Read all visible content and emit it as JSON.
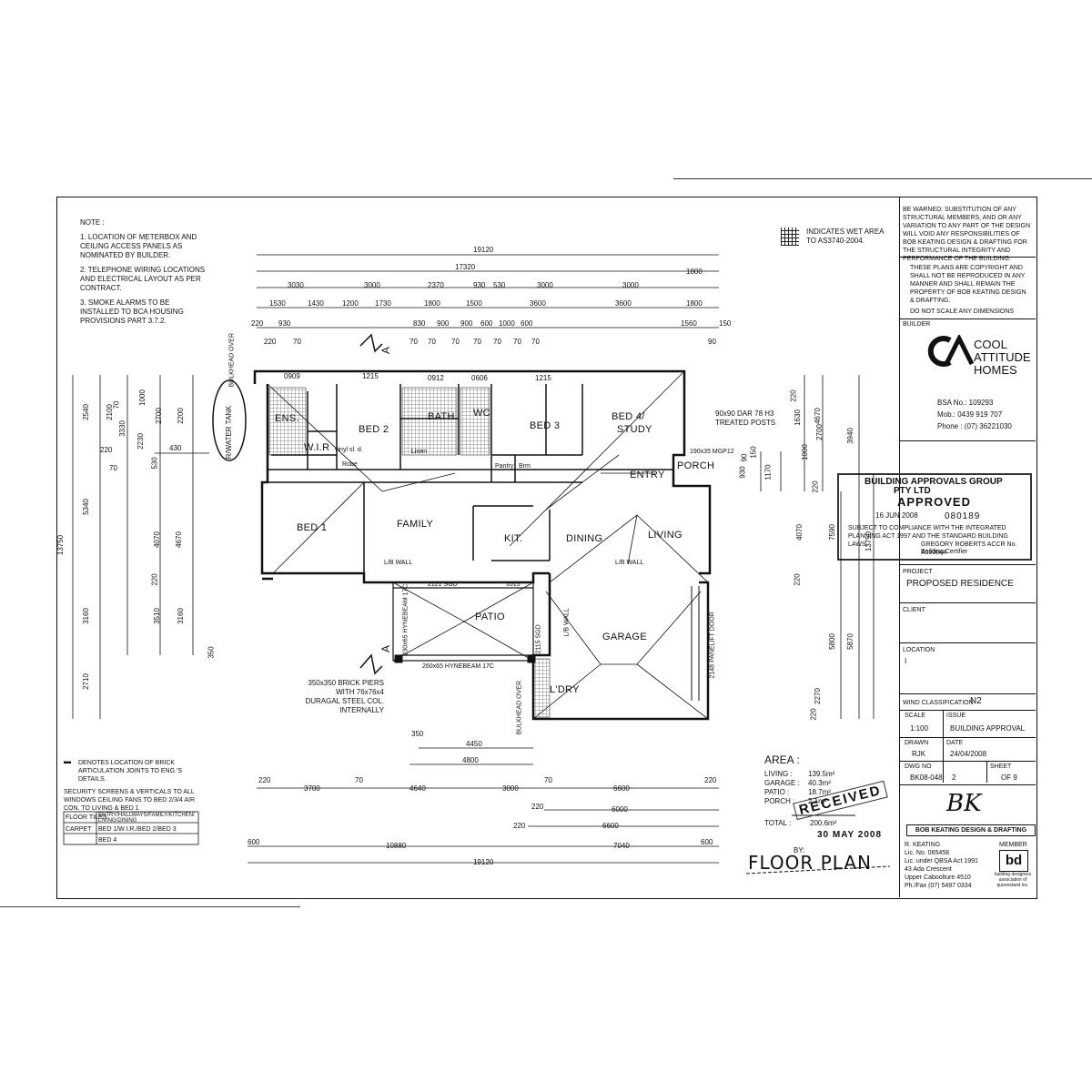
{
  "notes": {
    "heading": "NOTE :",
    "items": [
      "1. LOCATION OF METERBOX AND CEILING ACCESS PANELS AS NOMINATED BY BUILDER.",
      "2. TELEPHONE WIRING LOCATIONS AND ELECTRICAL LAYOUT AS PER CONTRACT.",
      "3. SMOKE ALARMS TO BE INSTALLED TO BCA HOUSING PROVISIONS PART 3.7.2."
    ]
  },
  "wet_area_legend": "INDICATES WET AREA TO AS3740-2004.",
  "warning": "BE WARNED: SUBSTITUTION OF ANY STRUCTURAL MEMBERS, AND OR ANY VARIATION TO ANY PART OF THE DESIGN WILL VOID ANY RESPONSIBILITIES OF BOB KEATING DESIGN & DRAFTING FOR THE STRUCTURAL INTEGRITY AND PERFORMANCE OF THE BUILDING.",
  "copyright": "THESE PLANS ARE COPYRIGHT AND SHALL NOT BE REPRODUCED IN ANY MANNER AND SHALL REMAIN THE PROPERTY OF BOB KEATING DESIGN & DRAFTING.",
  "no_scale": "DO NOT SCALE ANY DIMENSIONS",
  "builder": {
    "label": "BUILDER",
    "logo": "CA",
    "name_line1": "COOL",
    "name_line2": "ATTITUDE",
    "name_line3": "HOMES",
    "bsa": "BSA No.: 109293",
    "mob": "Mob.: 0439 919 707",
    "phone": "Phone : (07) 36221030"
  },
  "approval": {
    "line1": "BUILDING APPROVALS GROUP",
    "line2": "PTY LTD",
    "status": "APPROVED",
    "date": "16 JUN 2008",
    "number": "080189",
    "compliance": "SUBJECT TO COMPLIANCE WITH THE INTEGRATED PLANNING ACT 1997 AND THE STANDARD BUILDING LAWS.",
    "certifier": "GREGORY ROBERTS ACCR No. A593044",
    "certifier_role": "Building Certifier"
  },
  "project": {
    "label": "PROJECT",
    "value": "PROPOSED RESIDENCE"
  },
  "client": {
    "label": "CLIENT",
    "value": ""
  },
  "location": {
    "label": "LOCATION",
    "value": "I"
  },
  "wind": {
    "label": "WIND CLASSIFICATION",
    "value": "N2"
  },
  "scale": {
    "label": "SCALE",
    "value": "1:100"
  },
  "issue": {
    "label": "ISSUE",
    "value": "BUILDING APPROVAL"
  },
  "drawn": {
    "label": "DRAWN",
    "value": "RJK"
  },
  "date": {
    "label": "DATE",
    "value": "24/04/2008"
  },
  "dwg": {
    "label": "DWG NO",
    "value": "BK08-048"
  },
  "sheet": {
    "label": "SHEET",
    "value": "2",
    "of": "OF 9"
  },
  "designer": {
    "logo": "BK",
    "name": "BOB KEATING DESIGN & DRAFTING",
    "person": "R. KEATING",
    "lic1": "Lic. No. 065458",
    "lic2": "Lic. under QBSA Act 1991",
    "addr1": "43 Ada Crescent",
    "addr2": "Upper Caboolture 4510",
    "phone": "Ph./Fax (07) 5497 0334",
    "member_label": "MEMBER",
    "member_logo": "bd",
    "member_org": "building designers association of queensland inc."
  },
  "area": {
    "title": "AREA :",
    "rows": [
      {
        "label": "LIVING :",
        "value": "139.5m²"
      },
      {
        "label": "GARAGE :",
        "value": "40.3m²"
      },
      {
        "label": "PATIO :",
        "value": "18.7m²"
      },
      {
        "label": "PORCH :",
        "value": "2.1m²"
      }
    ],
    "total_label": "TOTAL :",
    "total_value": "200.6m²"
  },
  "received": {
    "word": "RECEIVED",
    "date": "30 MAY 2008",
    "by": "BY:"
  },
  "drawing_title": "FLOOR PLAN",
  "articulation_note": "DENOTES LOCATION OF BRICK ARTICULATION JOINTS TO ENG.'S DETAILS.",
  "security_note": "SECURITY SCREENS & VERTICALS TO ALL WINDOWS CEILING FANS TO BED 2/3/4 AIR CON. TO LIVING & BED 1",
  "finishes": [
    {
      "label": "FLOOR TILES",
      "value": "ENTRY/HALLWAYS/FAMILY/KITCHEN/ LIVING/DINING"
    },
    {
      "label": "CARPET",
      "value": "BED 1/W.I.R./BED 2/BED 3"
    },
    {
      "label": "",
      "value": "BED 4"
    }
  ],
  "rooms": {
    "ens": "ENS.",
    "bed2": "BED 2",
    "wir": "W.I.R",
    "bath": "BATH",
    "wc": "WC",
    "bed3": "BED 3",
    "bed4": "BED 4/",
    "study": "STUDY",
    "bed1": "BED 1",
    "family": "FAMILY",
    "kit": "KIT.",
    "dining": "DINING",
    "living": "LIVING",
    "entry": "ENTRY",
    "porch": "PORCH",
    "patio": "PATIO",
    "garage": "GARAGE",
    "ldry": "L'DRY",
    "tank": "R/WATER TANK",
    "robe": "Robe",
    "linen": "Linen",
    "pantry": "Pantry",
    "brm": "Brm",
    "vinyl": "vinyl sl. d."
  },
  "plan_labels": {
    "bulkhead1": "BULKHEAD OVER",
    "bulkhead2": "BULKHEAD OVER",
    "posts": "90x90 DAR 78 H3 TREATED POSTS",
    "mgp": "190x35 MGP12",
    "lbwall1": "L/B WALL",
    "lbwall2": "L/B WALL",
    "lbwall3": "L/B WALL",
    "hynebeam1": "230x65 HYNEBEAM 17C",
    "hynebeam2": "260x65 HYNEBEAM 17C",
    "sgd1": "2121 SGD",
    "sgd2": "2115 SGD",
    "door1015": "1015",
    "panelift": "2148 PANELIFT DOOR",
    "piers": "350x350 BRICK PIERS WITH 76x76x4 DURAGAL STEEL COL. INTERNALLY",
    "section": "A"
  },
  "dims_top": {
    "overall": "19120",
    "d17320": "17320",
    "d1800a": "1800",
    "d1800b": "1800",
    "r1": [
      "3030",
      "3000",
      "2370",
      "930",
      "530",
      "3000",
      "3000"
    ],
    "r2": [
      "1530",
      "1430",
      "1200",
      "1730",
      "1800",
      "1500",
      "3600",
      "3600"
    ],
    "r3": [
      "220",
      "930",
      "830",
      "900",
      "900",
      "600",
      "1000",
      "600",
      "1560",
      "150"
    ],
    "r4": [
      "220",
      "70",
      "70",
      "70",
      "70",
      "70",
      "70",
      "70",
      "70",
      "90"
    ],
    "win": [
      "0909",
      "1215",
      "0912",
      "0606",
      "1215"
    ]
  },
  "dims_bottom": {
    "r1": [
      "220",
      "3700",
      "70",
      "4640",
      "3000",
      "70",
      "6600",
      "220"
    ],
    "r2": [
      "220",
      "6000"
    ],
    "r3": [
      "220",
      "6600"
    ],
    "r4": [
      "600",
      "10880",
      "7040",
      "600"
    ],
    "overall": "19120",
    "d350": "350",
    "d4450": "4450",
    "d4800": "4800"
  },
  "dims_left": {
    "overall": "13750",
    "col1": [
      "2540",
      "5340",
      "3160",
      "2710"
    ],
    "col2": [
      "2100",
      "3330",
      "2230",
      "4070",
      "3510"
    ],
    "col3": [
      "1000",
      "2700",
      "4670",
      "3160"
    ],
    "misc": [
      "220",
      "70",
      "70",
      "430",
      "530",
      "220",
      "350",
      "2200"
    ]
  },
  "dims_right": {
    "col": [
      "3940",
      "4670",
      "5800",
      "5870",
      "13750",
      "7590",
      "2270"
    ],
    "misc": [
      "220",
      "1630",
      "1000",
      "2700",
      "150",
      "1170",
      "930",
      "90",
      "220",
      "4070",
      "220",
      "220"
    ]
  }
}
